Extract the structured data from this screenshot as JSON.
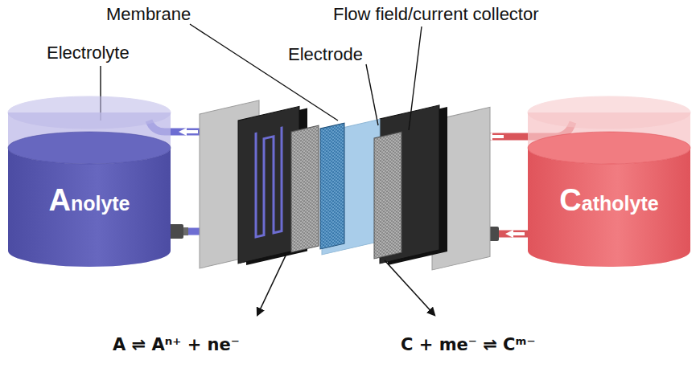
{
  "diagram": {
    "nodes": [
      {
        "text": [
          "Anolyte"
        ]
      },
      {
        "text": [
          "Catholyte"
        ]
      }
    ],
    "labels": [
      "Membrane",
      "Flow field/current collector",
      "Electrolyte",
      "Electrode",
      "A ⇌ Aⁿ⁺ + ne⁻",
      "C + me⁻ ⇌ Cᵐ⁻"
    ]
  }
}
